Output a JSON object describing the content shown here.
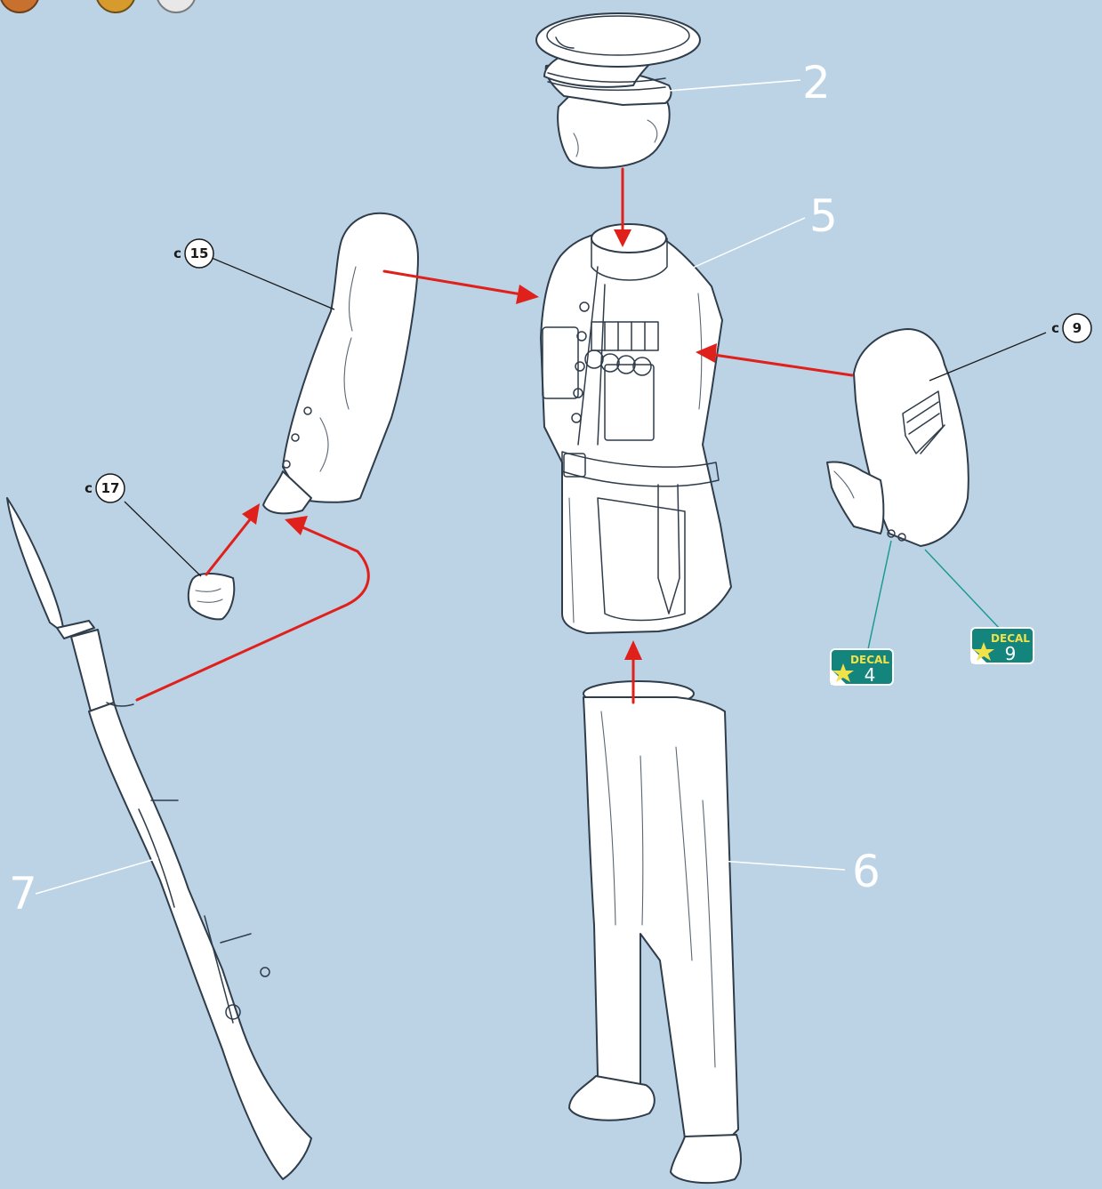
{
  "colors": {
    "background": "#bcd3e6",
    "arrow": "#e0201b",
    "decal_badge": "#14857c",
    "decal_word": "#f2e24a"
  },
  "part_numbers": {
    "head": "2",
    "torso": "5",
    "legs": "6",
    "rifle": "7"
  },
  "callouts": {
    "right_arm": {
      "prefix": "c",
      "number": "15"
    },
    "left_arm": {
      "prefix": "c",
      "number": "9"
    },
    "hand": {
      "prefix": "c",
      "number": "17"
    }
  },
  "decals": [
    {
      "word": "DECAL",
      "number": "4"
    },
    {
      "word": "DECAL",
      "number": "9"
    }
  ],
  "icons": [
    "medal-icon",
    "medal-icon",
    "medal-icon",
    "star-icon"
  ]
}
